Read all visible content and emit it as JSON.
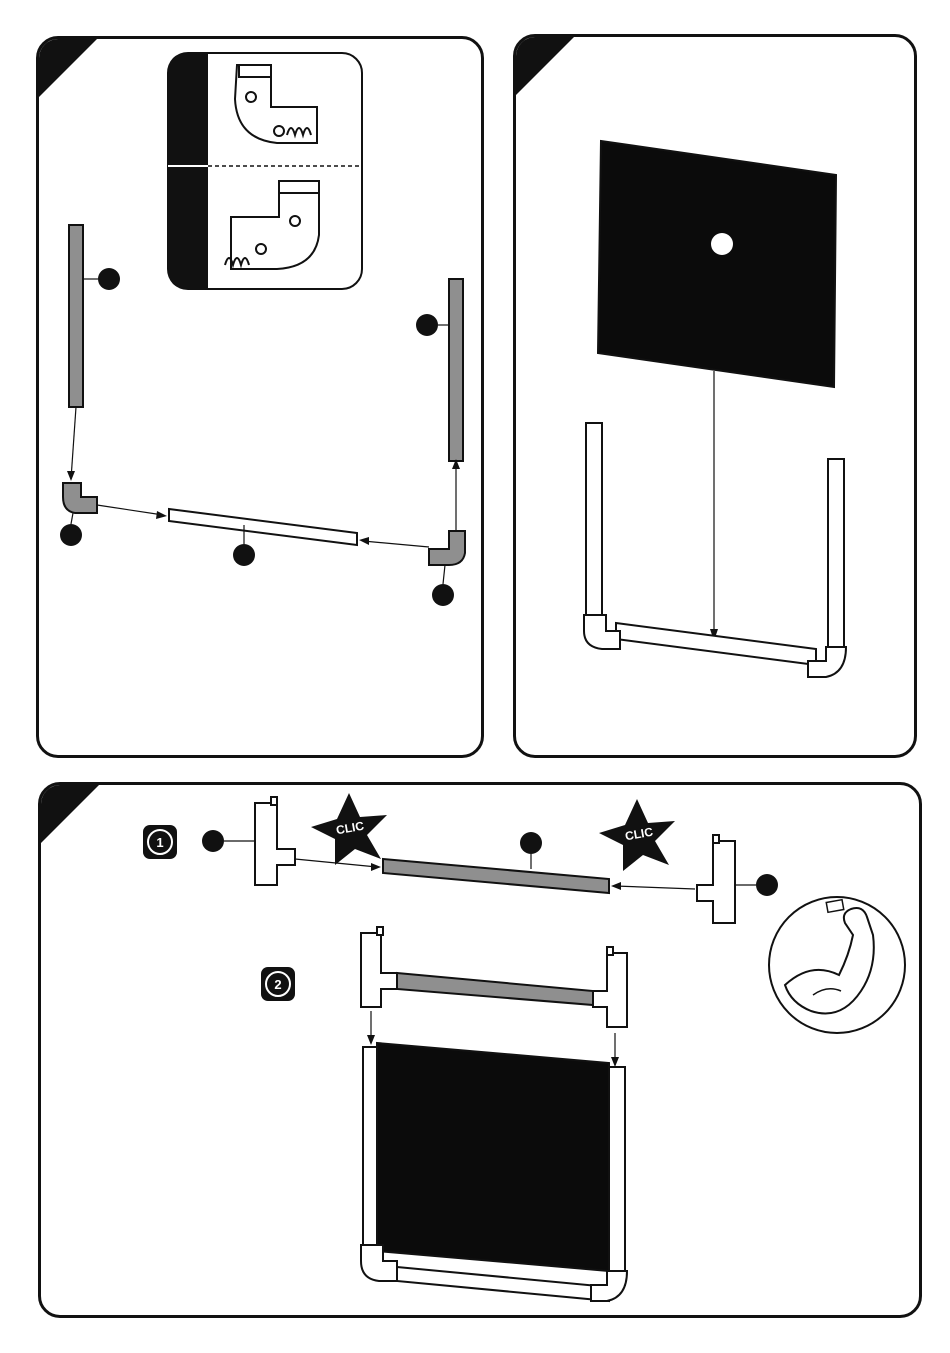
{
  "steps": {
    "step3": {
      "actions": [
        {
          "id": "action-1",
          "badge": "1",
          "callouts": [
            "CLIC",
            "CLIC"
          ]
        },
        {
          "id": "action-2",
          "badge": "2"
        }
      ]
    }
  },
  "colors": {
    "ink": "#111111",
    "part_fill": "#8f8f8f",
    "board": "#0b0b0b",
    "panel_bg": "#ffffff"
  },
  "icons": [
    "strength-arm-icon",
    "star-burst-icon"
  ]
}
